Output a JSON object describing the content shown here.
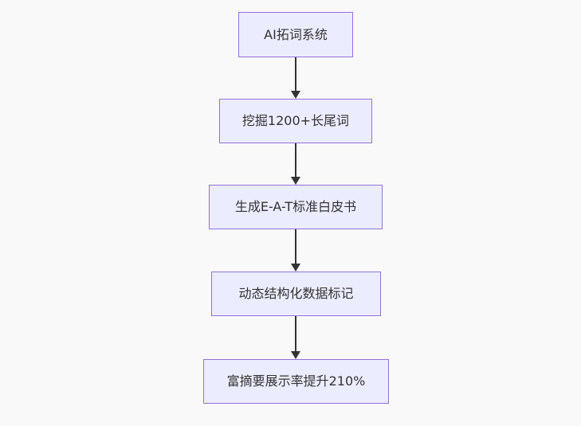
{
  "diagram": {
    "type": "flowchart-vertical",
    "colors": {
      "node_fill": "#ECECFF",
      "node_border": "#9370DB",
      "arrow": "#333333",
      "text": "#333333",
      "background": "#f9f9f9"
    },
    "nodes": [
      {
        "label": "AI拓词系统"
      },
      {
        "label": "挖掘1200+长尾词"
      },
      {
        "label": "生成E-A-T标准白皮书"
      },
      {
        "label": "动态结构化数据标记"
      },
      {
        "label": "富摘要展示率提升210%"
      }
    ],
    "edges": [
      {
        "from": 0,
        "to": 1
      },
      {
        "from": 1,
        "to": 2
      },
      {
        "from": 2,
        "to": 3
      },
      {
        "from": 3,
        "to": 4
      }
    ]
  }
}
